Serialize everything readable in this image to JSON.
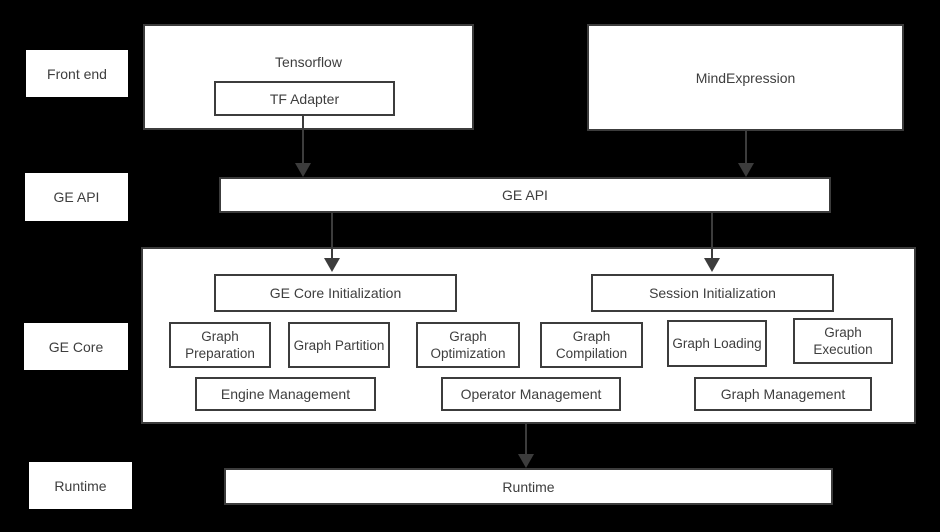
{
  "palette": {
    "background": "#000000",
    "box_fill": "#ffffff",
    "box_border": "#3c3c3c",
    "text": "#3e3e3e",
    "arrow": "#3c3c3c"
  },
  "row_labels": {
    "front_end": "Front end",
    "ge_api": "GE API",
    "ge_core": "GE Core",
    "runtime": "Runtime"
  },
  "front_end": {
    "tensorflow_label": "Tensorflow",
    "tf_adapter_label": "TF Adapter",
    "mind_expression_label": "MindExpression"
  },
  "ge_api": {
    "bar_label": "GE API"
  },
  "ge_core": {
    "init_label": "GE Core Initialization",
    "session_init_label": "Session Initialization",
    "stages": [
      "Graph Preparation",
      "Graph Partition",
      "Graph Optimization",
      "Graph Compilation",
      "Graph Loading",
      "Graph Execution"
    ],
    "management": [
      "Engine Management",
      "Operator Management",
      "Graph Management"
    ]
  },
  "runtime": {
    "bar_label": "Runtime"
  }
}
